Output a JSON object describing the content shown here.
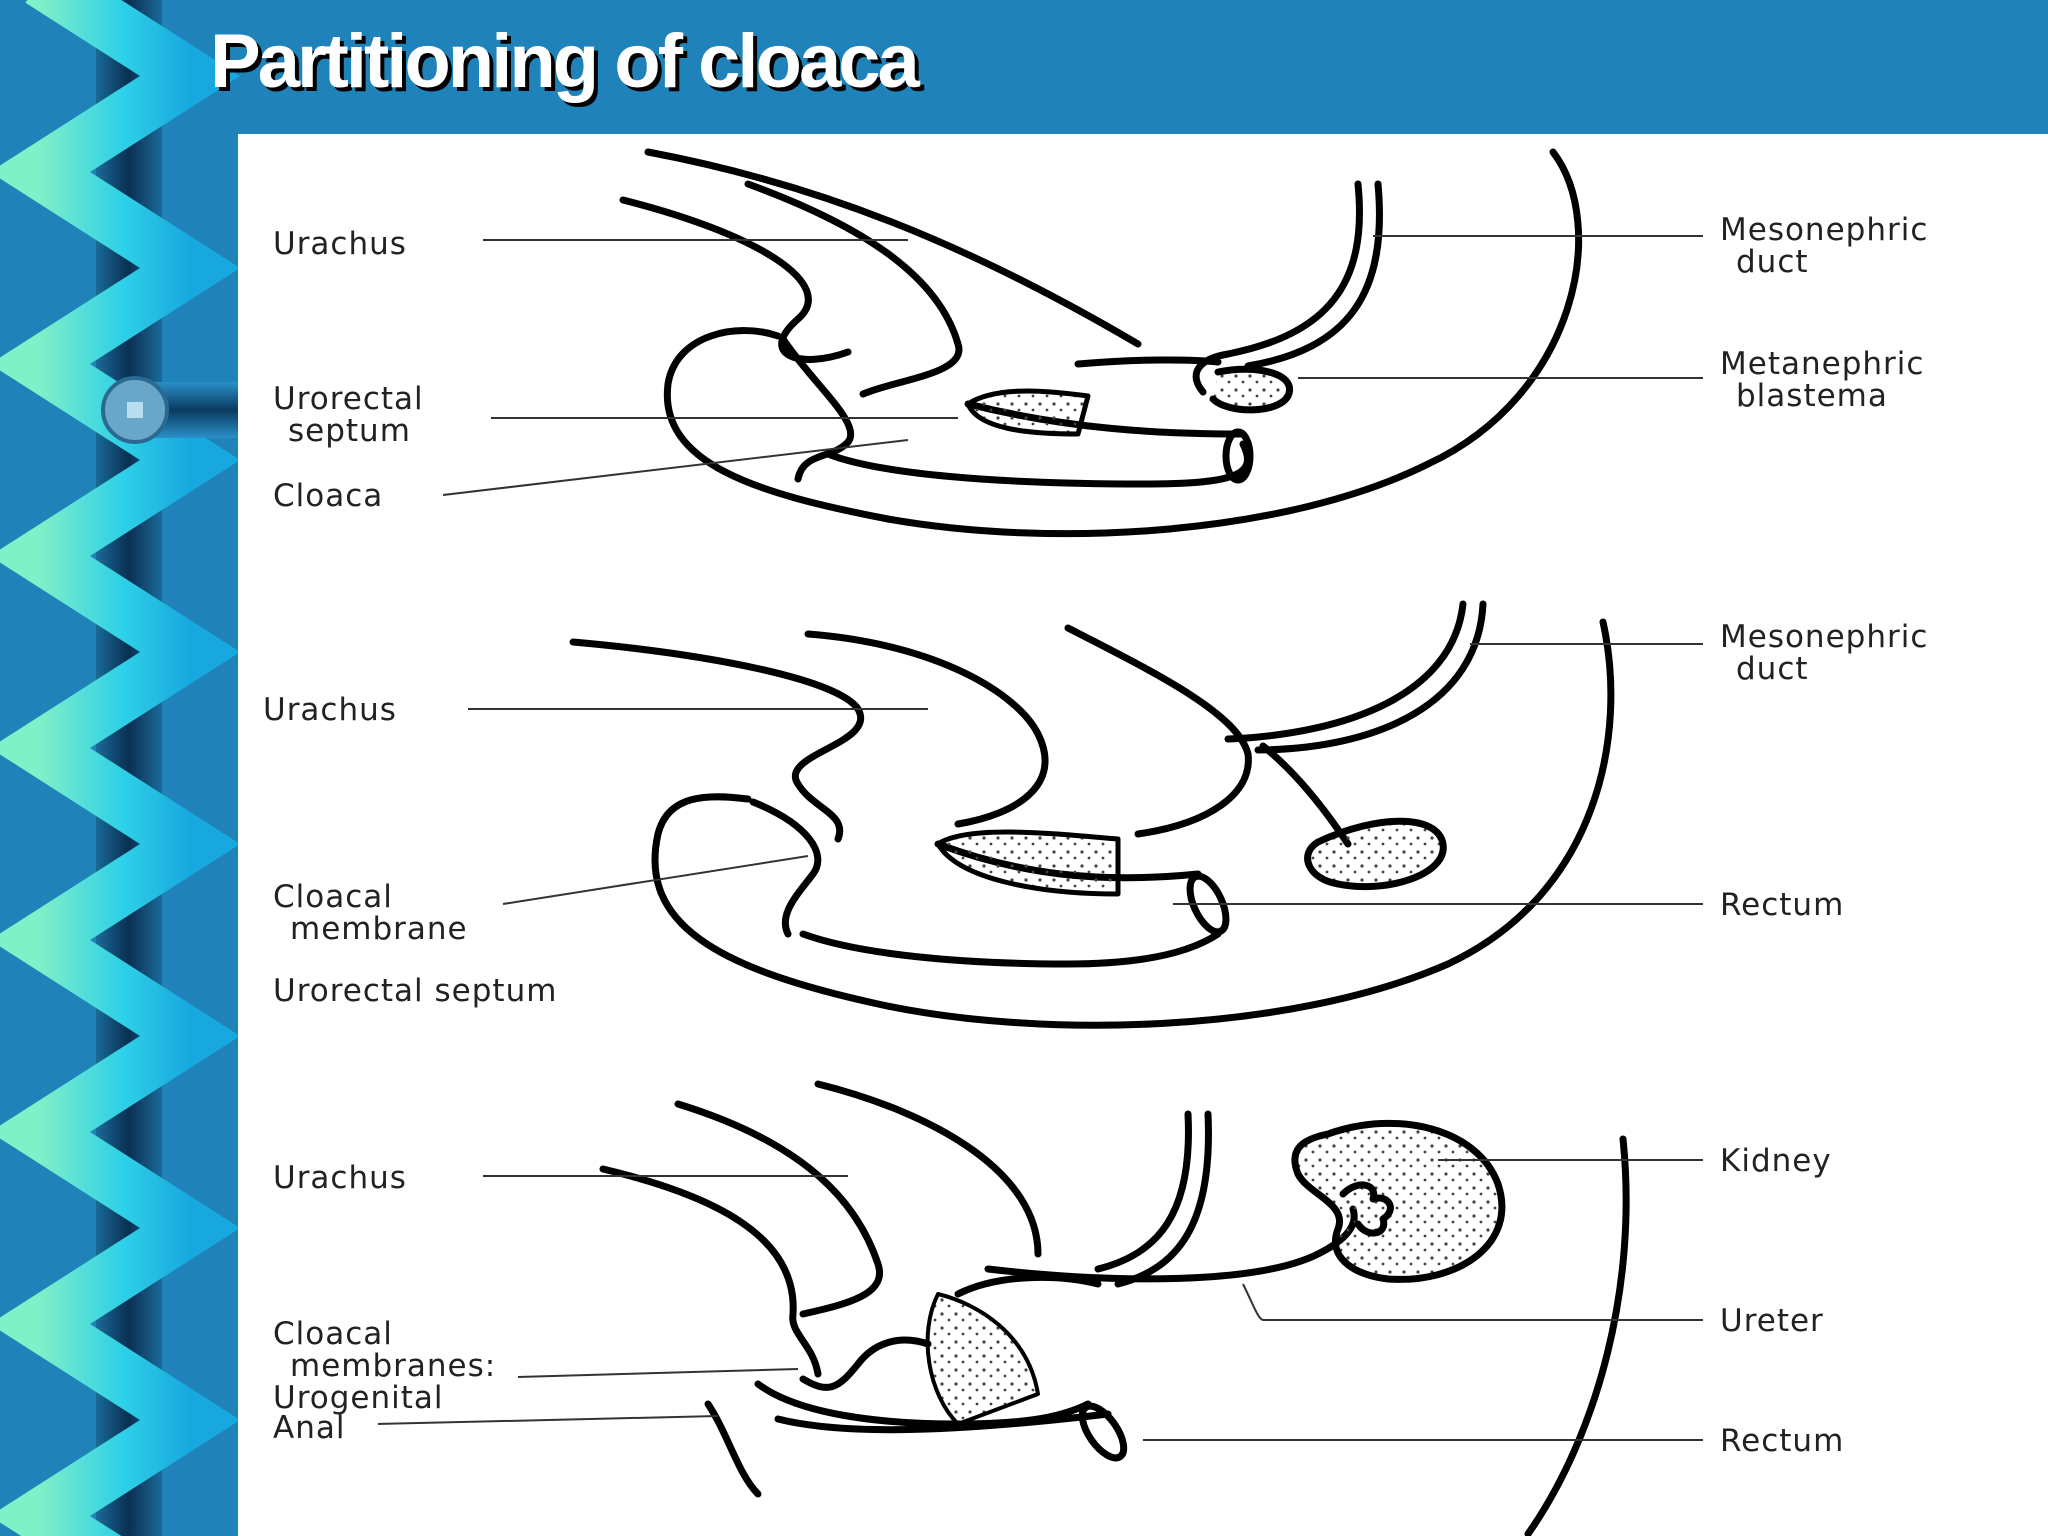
{
  "slide": {
    "title": "Partitioning of cloaca",
    "colors": {
      "background": "#1f82b8",
      "panel": "#ffffff",
      "ribbon_light": "#7ff0c8",
      "ribbon_mid": "#18b8e8",
      "ribbon_dark": "#0a3a60"
    }
  },
  "diagram": {
    "panels": [
      {
        "labels": {
          "urachus": "Urachus",
          "urorectal_septum_line1": "Urorectal",
          "urorectal_septum_line2": "septum",
          "cloaca": "Cloaca",
          "mesonephric_duct_line1": "Mesonephric",
          "mesonephric_duct_line2": "duct",
          "metanephric_blastema_line1": "Metanephric",
          "metanephric_blastema_line2": "blastema"
        }
      },
      {
        "labels": {
          "urachus": "Urachus",
          "cloacal_membrane_line1": "Cloacal",
          "cloacal_membrane_line2": "membrane",
          "urorectal_septum": "Urorectal  septum",
          "mesonephric_duct_line1": "Mesonephric",
          "mesonephric_duct_line2": "duct",
          "rectum": "Rectum"
        }
      },
      {
        "labels": {
          "urachus": "Urachus",
          "cloacal_membranes_line1": "Cloacal",
          "cloacal_membranes_line2": "membranes:",
          "urogenital": "Urogenital",
          "anal": "Anal",
          "kidney": "Kidney",
          "ureter": "Ureter",
          "rectum": "Rectum"
        }
      }
    ]
  }
}
